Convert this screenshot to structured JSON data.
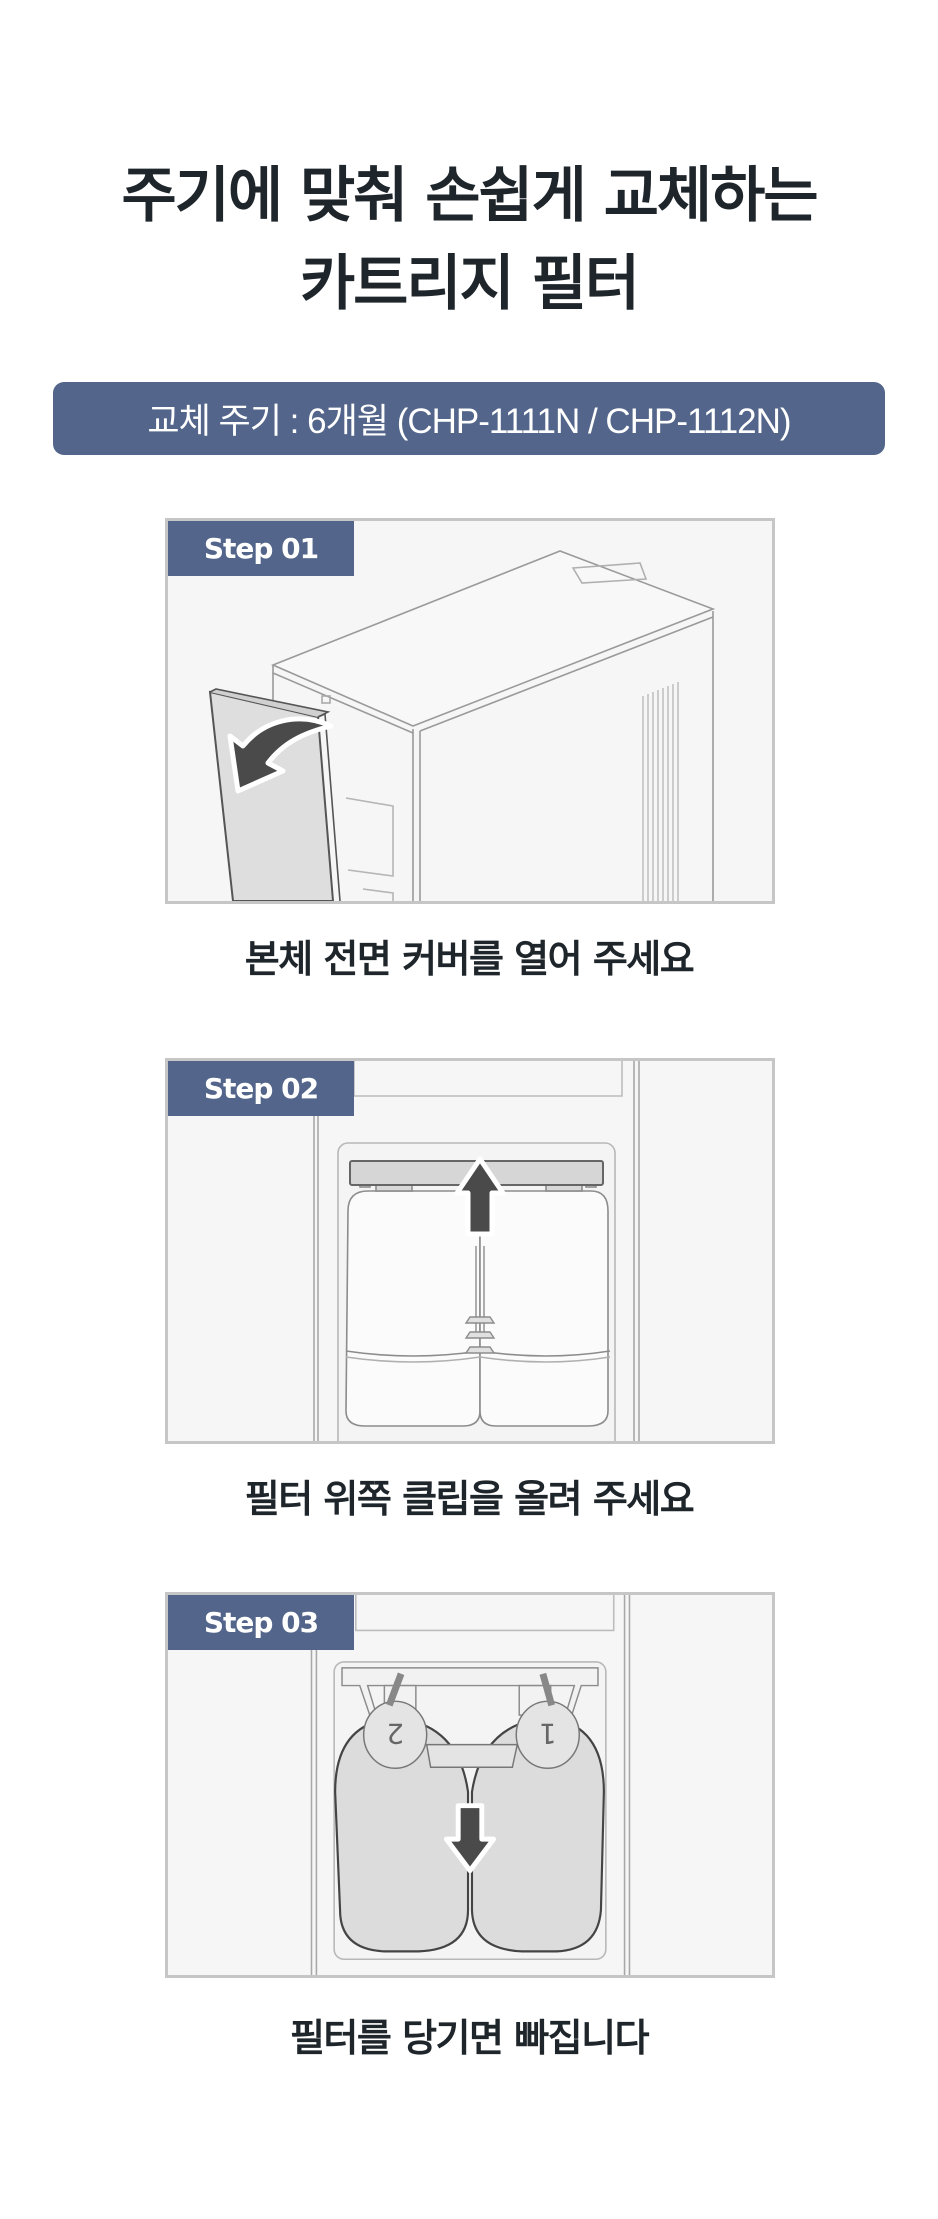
{
  "header": {
    "title_line1": "주기에 맞춰 손쉽게 교체하는",
    "title_line2": "카트리지 필터"
  },
  "banner": {
    "text": "교체 주기 : 6개월 (CHP-1111N / CHP-1112N)",
    "color": "#53658a"
  },
  "steps": [
    {
      "badge": "Step 01",
      "caption": "본체 전면 커버를 열어 주세요",
      "illustration": "open-front-cover",
      "arrow_icon": "curved-arrow-left-icon"
    },
    {
      "badge": "Step 02",
      "caption": "필터 위쪽 클립을 올려 주세요",
      "illustration": "lift-filter-clip",
      "arrow_icon": "arrow-up-icon"
    },
    {
      "badge": "Step 03",
      "caption": "필터를 당기면 빠집니다",
      "illustration": "pull-out-filter",
      "arrow_icon": "arrow-down-icon",
      "filter_labels": [
        "2",
        "1"
      ]
    }
  ],
  "colors": {
    "accent": "#53658a",
    "text": "#1f262b",
    "frame_border": "#c6c6c6",
    "frame_bg": "#f6f6f6",
    "arrow": "#4a4a4a"
  }
}
